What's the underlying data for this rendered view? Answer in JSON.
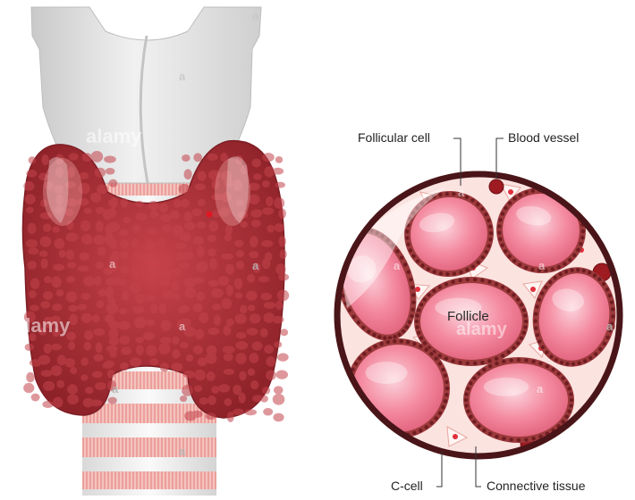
{
  "labels": {
    "follicular_cell": "Follicular cell",
    "blood_vessel": "Blood vessel",
    "follicle": "Follicle",
    "c_cell": "C-cell",
    "connective_tissue": "Connective tissue"
  },
  "watermark": {
    "text": "alamy",
    "mark": "a"
  },
  "colors": {
    "thyroid": "#b3343c",
    "thyroid_dark": "#8e2229",
    "cartilage": "#dedede",
    "trachea_ring": "#f2b8b4",
    "follicle_fill": "#f07f97",
    "follicle_border": "#9c3a3c",
    "circle_border": "#4a1518",
    "tissue_bg": "#fbe3e0"
  }
}
